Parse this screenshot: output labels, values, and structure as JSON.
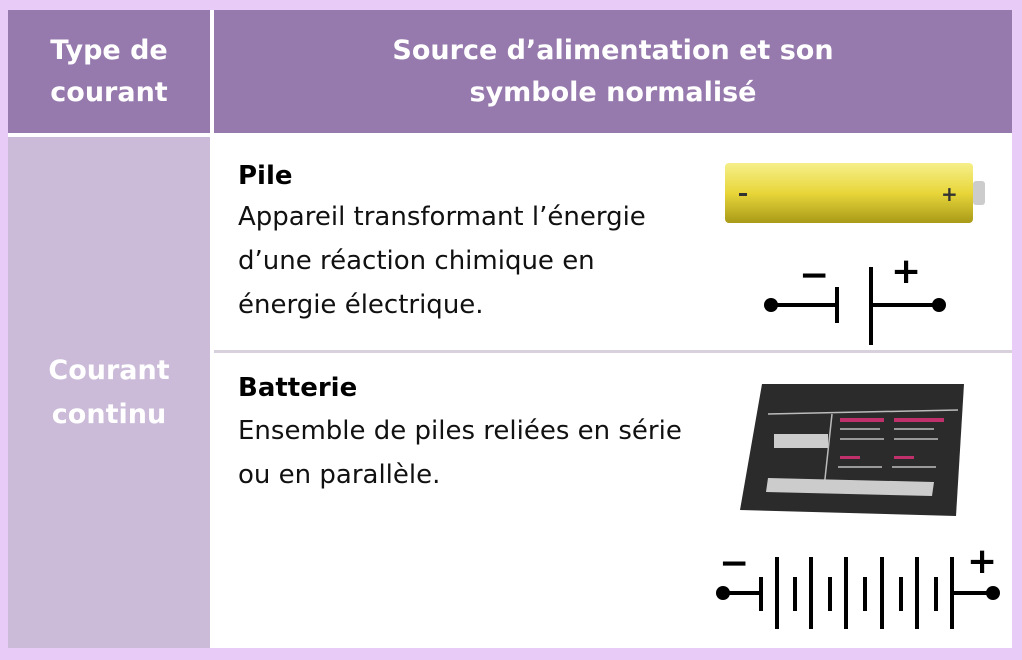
{
  "header": {
    "col1": "Type de courant",
    "col2": "Source d’alimentation et son symbole normalisé"
  },
  "side_label": "Courant continu",
  "rows": [
    {
      "title": "Pile",
      "description": "Appareil transformant l’énergie d’une réaction chimique en énergie électrique.",
      "symbol_minus": "−",
      "symbol_plus": "+"
    },
    {
      "title": "Batterie",
      "description": "Ensemble de piles reliées en série ou en parallèle.",
      "symbol_minus": "−",
      "symbol_plus": "+"
    }
  ],
  "colors": {
    "header": "#9679ad",
    "side": "#cbbbd9",
    "background": "#e9cbf7"
  }
}
